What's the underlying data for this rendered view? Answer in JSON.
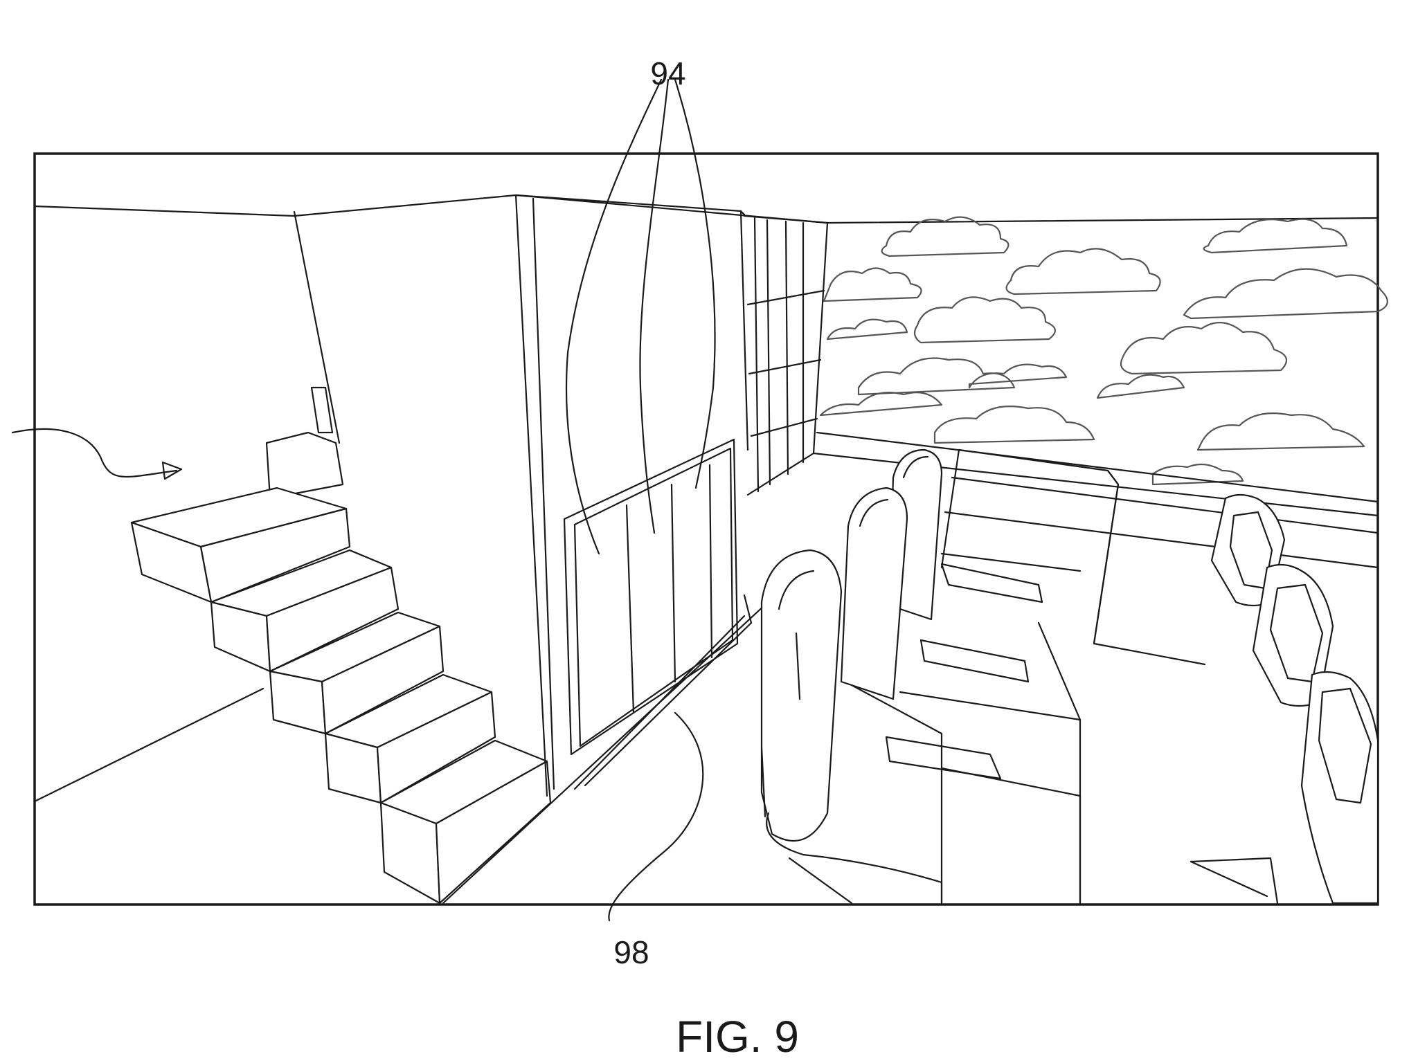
{
  "figure": {
    "caption": "FIG. 9",
    "reference_numerals": {
      "panels": "94",
      "floor_strip": "98"
    }
  },
  "colors": {
    "line": "#1a1a1a",
    "cloud": "#555555",
    "background": "#ffffff"
  }
}
